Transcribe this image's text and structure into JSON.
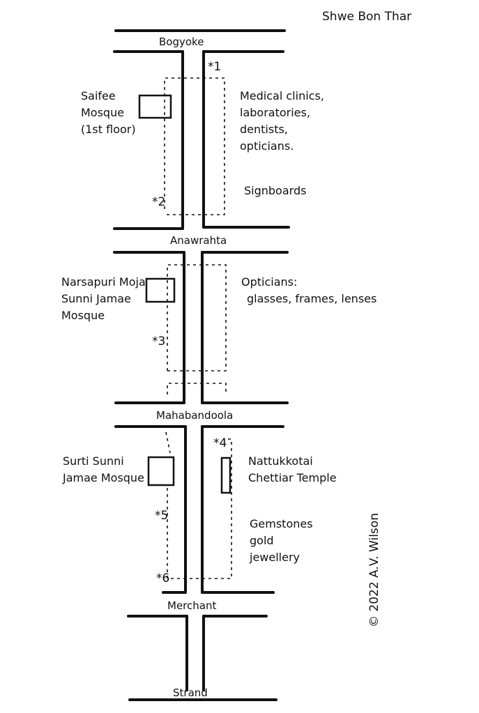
{
  "title": "Shwe Bon Thar",
  "roads": [
    "Bogyoke",
    "Anawrahta",
    "Mahabandoola",
    "Merchant",
    "Strand"
  ],
  "points": [
    "*1",
    "*2",
    "*3",
    "*4",
    "*5",
    "*6"
  ],
  "landmarks": {
    "saifee": [
      "Saifee",
      "Mosque",
      "(1st floor)"
    ],
    "narsapuri": [
      "Narsapuri Moja",
      "Sunni Jamae",
      "Mosque"
    ],
    "surti": [
      "Surti Sunni",
      "Jamae Mosque"
    ],
    "temple": [
      "Nattukkotai",
      "Chettiar Temple"
    ]
  },
  "notes": {
    "block1": [
      "Medical clinics,",
      "laboratories,",
      "dentists,",
      "opticians."
    ],
    "signboards": "Signboards",
    "block2": [
      "Opticians:",
      "glasses, frames, lenses"
    ],
    "block3": [
      "Gemstones",
      "gold",
      "jewellery"
    ]
  },
  "credit": "© 2022 A.V. Wilson",
  "colors": {
    "ink": "#111111",
    "paper": "#ffffff"
  }
}
